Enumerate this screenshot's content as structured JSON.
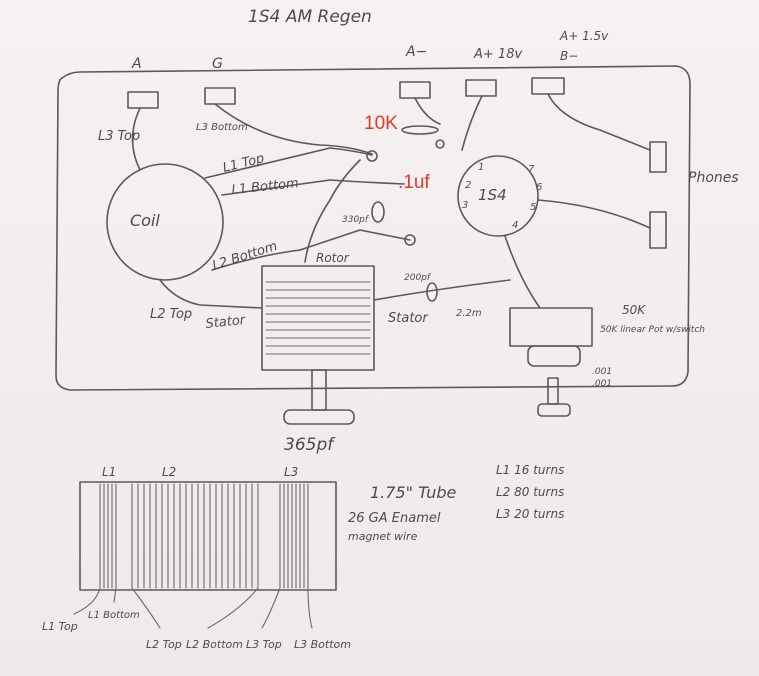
{
  "title": "1S4 AM Regen",
  "terminals": {
    "a": "A",
    "g": "G",
    "a_minus": "A−",
    "a_plus": "A+ 18v",
    "a_plus2": "A+ 1.5v",
    "b_minus": "B−"
  },
  "labels": {
    "l3_top": "L3 Top",
    "l3_bottom": "L3 Bottom",
    "l1_top": "L1 Top",
    "l1_bottom": "L1 Bottom",
    "coil": "Coil",
    "l2_bottom": "L2 Bottom",
    "l2_top": "L2 Top",
    "rotor": "Rotor",
    "stator_left": "Stator",
    "stator_right": "Stator",
    "cap_330": "330pf",
    "cap_200": "200pf",
    "res_22": "2.2m",
    "tube": "1S4",
    "phones": "Phones",
    "pot": "50K linear Pot w/switch",
    "cap_001_a": ".001",
    "cap_001_b": ".001",
    "varcap": "365pf",
    "red_10k": "10K",
    "red_1uf": ".1uf"
  },
  "winding": {
    "l1": "L1",
    "l2": "L2",
    "l3": "L3",
    "tube_spec": "1.75\" Tube",
    "wire_spec_1": "26 GA Enamel",
    "wire_spec_2": "magnet wire",
    "turns_l1": "L1 16 turns",
    "turns_l2": "L2 80 turns",
    "turns_l3": "L3 20 turns",
    "l1_top": "L1 Top",
    "l1_bottom": "L1 Bottom",
    "l2_top": "L2 Top",
    "l2_bottom": "L2 Bottom",
    "l3_top": "L3 Top",
    "l3_bottom": "L3 Bottom"
  }
}
